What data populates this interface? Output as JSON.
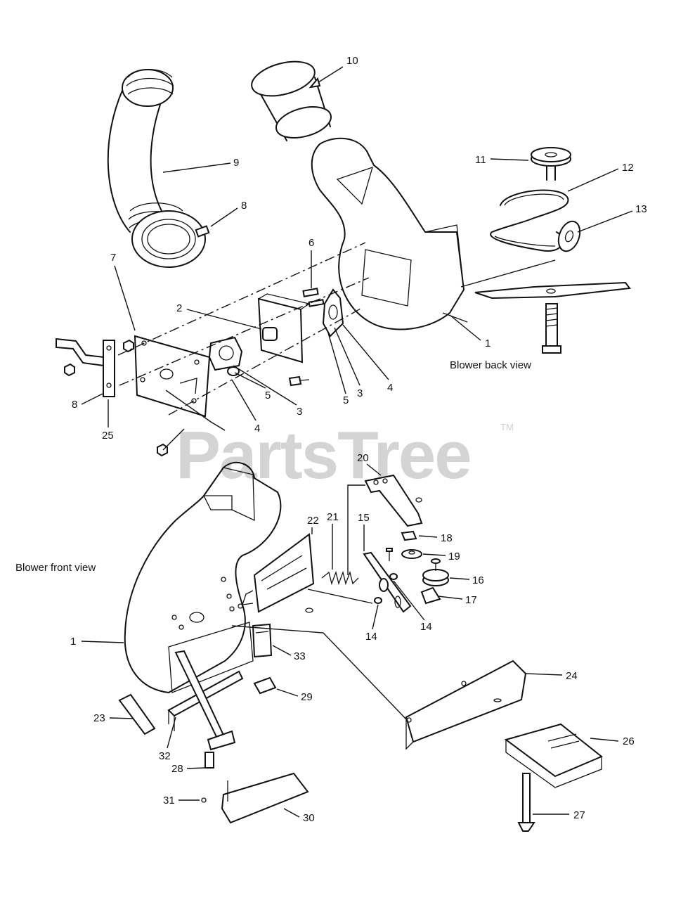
{
  "watermark": {
    "text": "PartsTree",
    "trademark": "TM"
  },
  "captions": {
    "back_view": "Blower back view",
    "front_view": "Blower front view"
  },
  "callouts": {
    "c1_back": "1",
    "c1_front": "1",
    "c2": "2",
    "c3_a": "3",
    "c3_b": "3",
    "c4_a": "4",
    "c4_b": "4",
    "c5_a": "5",
    "c5_b": "5",
    "c6": "6",
    "c7": "7",
    "c8": "8",
    "c9": "9",
    "c10": "10",
    "c11": "11",
    "c12": "12",
    "c13": "13",
    "c14_a": "14",
    "c14_b": "14",
    "c15": "15",
    "c16": "16",
    "c17": "17",
    "c18": "18",
    "c19": "19",
    "c20": "20",
    "c21": "21",
    "c22": "22",
    "c23": "23",
    "c24": "24",
    "c25": "25",
    "c26": "26",
    "c27": "27",
    "c28": "28",
    "c29": "29",
    "c30": "30",
    "c31": "31",
    "c32": "32",
    "c33": "33"
  }
}
